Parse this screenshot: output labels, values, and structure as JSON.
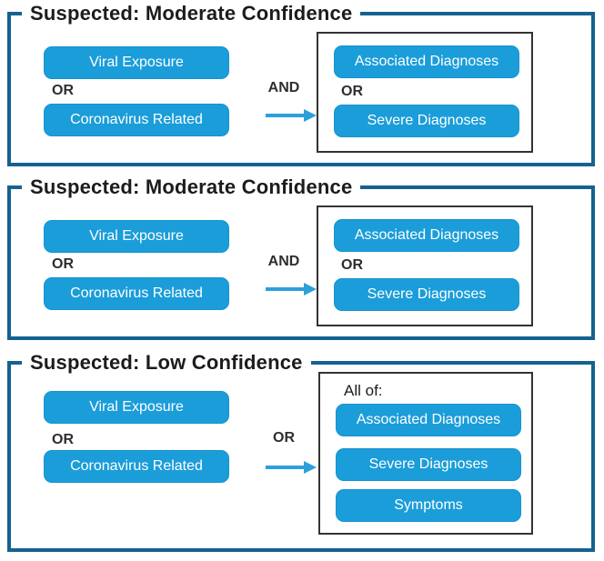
{
  "figure": {
    "panels": [
      {
        "id": "suspected-moderate-1",
        "title": "Suspected: Moderate Confidence",
        "left": {
          "item1": "Viral Exposure",
          "operator": "OR",
          "item2": "Coronavirus Related"
        },
        "connector": {
          "operator": "AND",
          "arrow_icon": "right-arrow-icon"
        },
        "right": {
          "item1": "Associated Diagnoses",
          "operator": "OR",
          "item2": "Severe Diagnoses"
        }
      },
      {
        "id": "suspected-moderate-2",
        "title": "Suspected: Moderate Confidence",
        "left": {
          "item1": "Viral Exposure",
          "operator": "OR",
          "item2": "Coronavirus Related"
        },
        "connector": {
          "operator": "AND",
          "arrow_icon": "right-arrow-icon"
        },
        "right": {
          "item1": "Associated Diagnoses",
          "operator": "OR",
          "item2": "Severe Diagnoses"
        }
      },
      {
        "id": "suspected-low",
        "title": "Suspected: Low Confidence",
        "left": {
          "item1": "Viral Exposure",
          "operator": "OR",
          "item2": "Coronavirus Related"
        },
        "connector": {
          "operator": "OR",
          "arrow_icon": "right-arrow-icon"
        },
        "right": {
          "header": "All of:",
          "items": [
            "Associated Diagnoses",
            "Severe Diagnoses",
            "Symptoms"
          ]
        }
      }
    ],
    "colors": {
      "panel_border": "#16618F",
      "node_fill": "#1B9DD9",
      "node_text": "#FFFFFF",
      "arrow": "#2D9FDB",
      "inner_box_border": "#333333",
      "title_text": "#1C1C1C",
      "operator_text": "#2E2E2E"
    }
  }
}
